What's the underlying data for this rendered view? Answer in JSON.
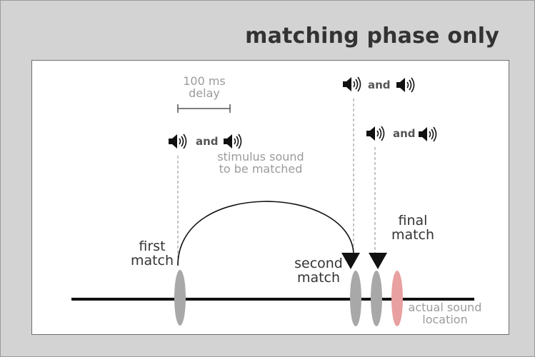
{
  "title": "matching phase only",
  "delay_label": "100 ms\ndelay",
  "stimulus_label": "stimulus sound\nto be matched",
  "and_text": "and",
  "match_labels": {
    "first": "first\nmatch",
    "second": "second\nmatch",
    "final": "final\nmatch"
  },
  "actual_label": "actual sound\nlocation",
  "icons": {
    "speaker": "speaker-icon"
  },
  "colors": {
    "background": "#d3d3d3",
    "panel": "#ffffff",
    "marker": "#a8a8a8",
    "actual_marker": "#e8a0a0",
    "text_gray": "#9b9b9b",
    "text_dark": "#333333"
  }
}
